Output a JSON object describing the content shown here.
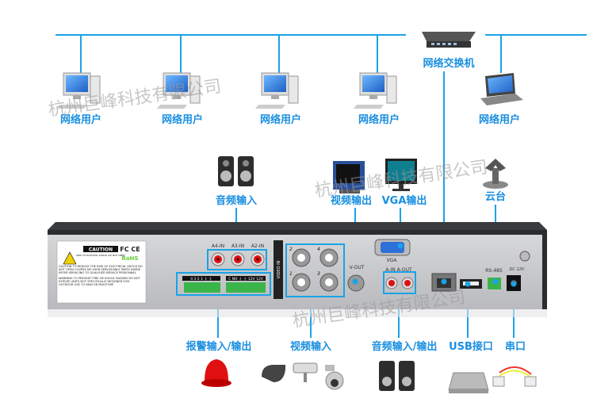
{
  "colors": {
    "line": "#1aa3e8",
    "label": "#1a8fe0",
    "panel": "#c9cacc",
    "bezel": "#3a3b3d"
  },
  "network": {
    "switch_label": "网络交换机",
    "users": [
      "网络用户",
      "网络用户",
      "网络用户",
      "网络用户",
      "网络用户"
    ]
  },
  "top_labels": {
    "audio_in": "音频输入",
    "video_out": "视频输出",
    "vga_out": "VGA输出",
    "ptz": "云台"
  },
  "bottom_labels": {
    "alarm": "报警输入/输出",
    "video_in": "视频输入",
    "audio_io": "音频输入/输出",
    "usb": "USB接口",
    "serial": "串口"
  },
  "watermark": "杭州巨峰科技有限公司",
  "panel": {
    "caution_title": "CAUTION",
    "caution_sub": "RISK OF ELECTRIC SHOCK DO NOT OPEN",
    "caution_text": "CAUTION TO REDUCE THE RISK OF ELECTRICAL SHOCK DO NOT OPEN COVERS NO USER SERVICEABLE PARTS INSIDE REFER SERVICING TO QUALIFIED SERVICE PERSONNEL",
    "warning_text": "WARNING TO PREVENT FIRE OR SHOCK HAZARD DO NOT EXPOSE UNITS NOT SPECIFICALLY DESIGNED FOR OUTDOOR USE TO RAIN OR MOISTURE",
    "fc_ce": "FC CE",
    "rohs": "RoHS",
    "audio_inputs": [
      "A4-IN",
      "A3-IN",
      "A2-IN"
    ],
    "alarm_terms": "4 3 2 1 ⏚ ⏚",
    "relay_terms": "C NO ⏚ ⏚ 12V 12V",
    "video_in": "VIDEO IN",
    "bnc": [
      "2",
      "4",
      "1",
      "3"
    ],
    "vout": "V-OUT",
    "vga": "VGA",
    "audio_out": "A-IN  A-OUT",
    "rs485": "RS-485",
    "dc": "DC 12V"
  }
}
